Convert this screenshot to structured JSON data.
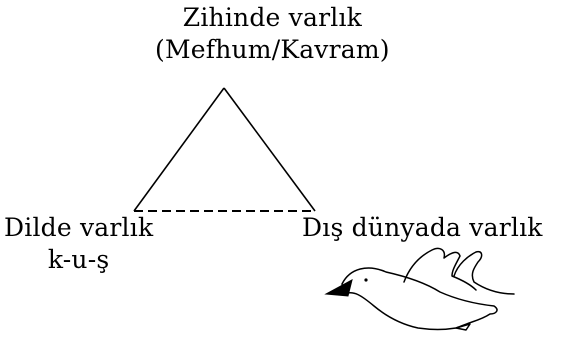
{
  "concept": {
    "line1": "Zihinde varlık",
    "line2": "(Mefhum/Kavram)"
  },
  "language": {
    "line1": "Dilde varlık",
    "line2": "k-u-ş"
  },
  "world": {
    "label": "Dış dünyada varlık"
  },
  "colors": {
    "stroke": "#000000",
    "background": "#ffffff"
  },
  "icons": {
    "referent": "bird-icon"
  }
}
